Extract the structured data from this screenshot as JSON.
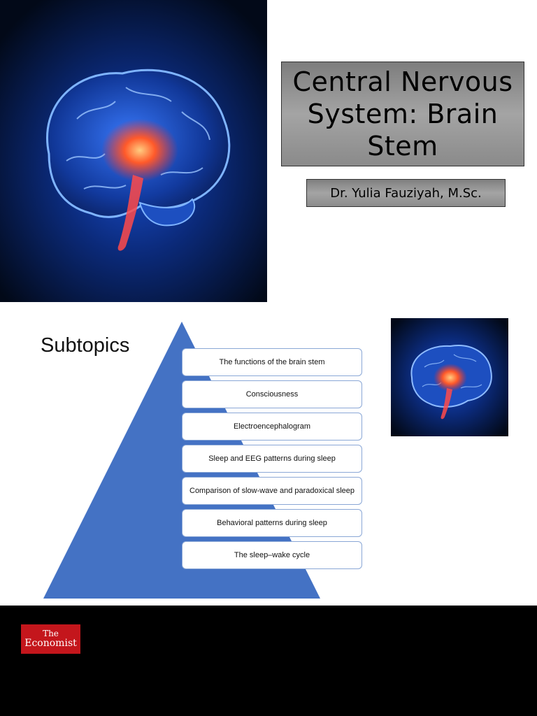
{
  "slide1": {
    "title": "Central Nervous System: Brain Stem",
    "author": "Dr. Yulia Fauziyah, M.Sc."
  },
  "slide2": {
    "heading": "Subtopics",
    "topics": [
      "The functions of the brain stem",
      "Consciousness",
      "Electroencephalogram",
      "Sleep and EEG patterns during sleep",
      "Comparison of slow-wave and paradoxical sleep",
      "Behavioral patterns during sleep",
      "The sleep–wake cycle"
    ]
  },
  "footer": {
    "logo_line1": "The",
    "logo_line2": "Economist"
  },
  "colors": {
    "pyramid": "#4472c4",
    "logo_bg": "#c4161c"
  }
}
